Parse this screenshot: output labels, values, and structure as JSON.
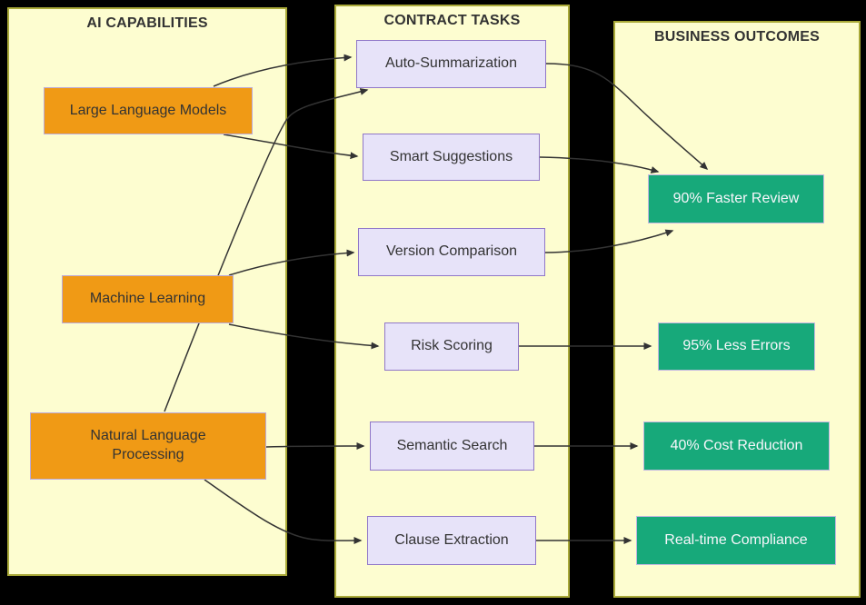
{
  "diagram": {
    "type": "flowchart",
    "background": "#000000",
    "panel_fill": "#fdfdd0",
    "panel_border": "#a9a938",
    "edge_color": "#333333",
    "panels": {
      "capabilities": {
        "title": "AI CAPABILITIES"
      },
      "tasks": {
        "title": "CONTRACT TASKS"
      },
      "outcomes": {
        "title": "BUSINESS OUTCOMES"
      }
    },
    "nodes": {
      "llm": {
        "label": "Large Language Models",
        "group": "capabilities",
        "fill": "#f09a15"
      },
      "ml": {
        "label": "Machine Learning",
        "group": "capabilities",
        "fill": "#f09a15"
      },
      "nlp": {
        "label": "Natural Language Processing",
        "group": "capabilities",
        "fill": "#f09a15"
      },
      "auto": {
        "label": "Auto-Summarization",
        "group": "tasks",
        "fill": "#e7e3f9"
      },
      "smart": {
        "label": "Smart Suggestions",
        "group": "tasks",
        "fill": "#e7e3f9"
      },
      "version": {
        "label": "Version Comparison",
        "group": "tasks",
        "fill": "#e7e3f9"
      },
      "risk": {
        "label": "Risk Scoring",
        "group": "tasks",
        "fill": "#e7e3f9"
      },
      "semantic": {
        "label": "Semantic Search",
        "group": "tasks",
        "fill": "#e7e3f9"
      },
      "clause": {
        "label": "Clause Extraction",
        "group": "tasks",
        "fill": "#e7e3f9"
      },
      "faster": {
        "label": "90% Faster Review",
        "group": "outcomes",
        "fill": "#17a97a"
      },
      "errors": {
        "label": "95% Less Errors",
        "group": "outcomes",
        "fill": "#17a97a"
      },
      "cost": {
        "label": "40% Cost Reduction",
        "group": "outcomes",
        "fill": "#17a97a"
      },
      "compliance": {
        "label": "Real-time Compliance",
        "group": "outcomes",
        "fill": "#17a97a"
      }
    },
    "edges": [
      {
        "from": "llm",
        "to": "auto"
      },
      {
        "from": "llm",
        "to": "smart"
      },
      {
        "from": "nlp",
        "to": "auto"
      },
      {
        "from": "ml",
        "to": "version"
      },
      {
        "from": "ml",
        "to": "risk"
      },
      {
        "from": "nlp",
        "to": "semantic"
      },
      {
        "from": "nlp",
        "to": "clause"
      },
      {
        "from": "auto",
        "to": "faster"
      },
      {
        "from": "smart",
        "to": "faster"
      },
      {
        "from": "version",
        "to": "faster"
      },
      {
        "from": "risk",
        "to": "errors"
      },
      {
        "from": "semantic",
        "to": "cost"
      },
      {
        "from": "clause",
        "to": "compliance"
      }
    ]
  }
}
